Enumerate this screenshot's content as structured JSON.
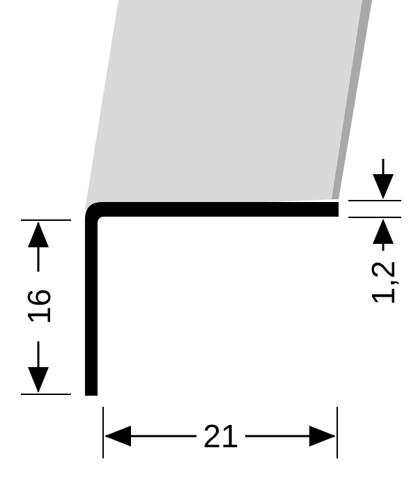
{
  "colors": {
    "surface_light": "#d9d9d9",
    "surface_dark": "#a8a8a8",
    "profile": "#000000",
    "dimension_lines": "#000000",
    "background": "#ffffff"
  },
  "dimensions": {
    "height_label": "16",
    "width_label": "21",
    "thickness_label": "1,2"
  }
}
